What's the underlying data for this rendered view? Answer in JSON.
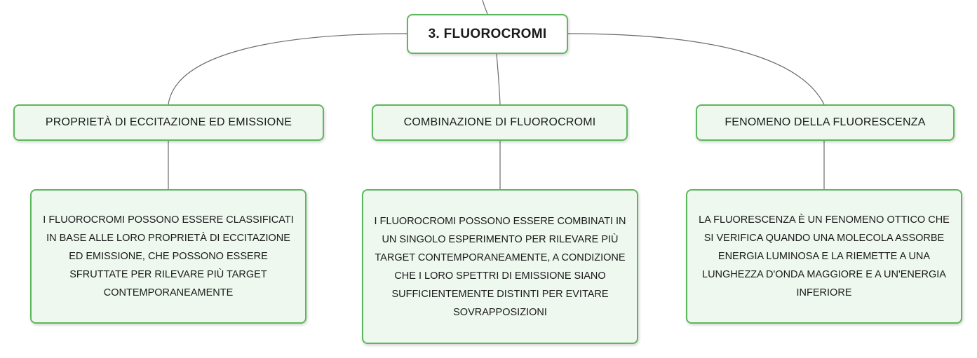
{
  "root": {
    "label": "3. FLUOROCROMI"
  },
  "categories": [
    {
      "label": "PROPRIETÀ DI ECCITAZIONE ED EMISSIONE",
      "detail": "I FLUOROCROMI POSSONO ESSERE CLASSIFICATI IN BASE ALLE LORO PROPRIETÀ DI ECCITAZIONE ED EMISSIONE, CHE POSSONO ESSERE SFRUTTATE PER RILEVARE PIÙ TARGET CONTEMPORANEAMENTE"
    },
    {
      "label": "COMBINAZIONE DI FLUOROCROMI",
      "detail": "I FLUOROCROMI POSSONO ESSERE COMBINATI IN UN SINGOLO ESPERIMENTO PER RILEVARE PIÙ TARGET CONTEMPORANEAMENTE, A CONDIZIONE CHE I LORO SPETTRI DI EMISSIONE SIANO SUFFICIENTEMENTE DISTINTI PER EVITARE SOVRAPPOSIZIONI"
    },
    {
      "label": "FENOMENO DELLA FLUORESCENZA",
      "detail": "LA FLUORESCENZA È UN FENOMENO OTTICO CHE SI VERIFICA QUANDO UNA MOLECOLA ASSORBE ENERGIA LUMINOSA E LA RIEMETTE A UNA LUNGHEZZA D'ONDA MAGGIORE E A UN'ENERGIA INFERIORE"
    }
  ],
  "colors": {
    "border": "#5cb85c",
    "fill": "#eef8ee",
    "connector": "#6b6b6b"
  }
}
